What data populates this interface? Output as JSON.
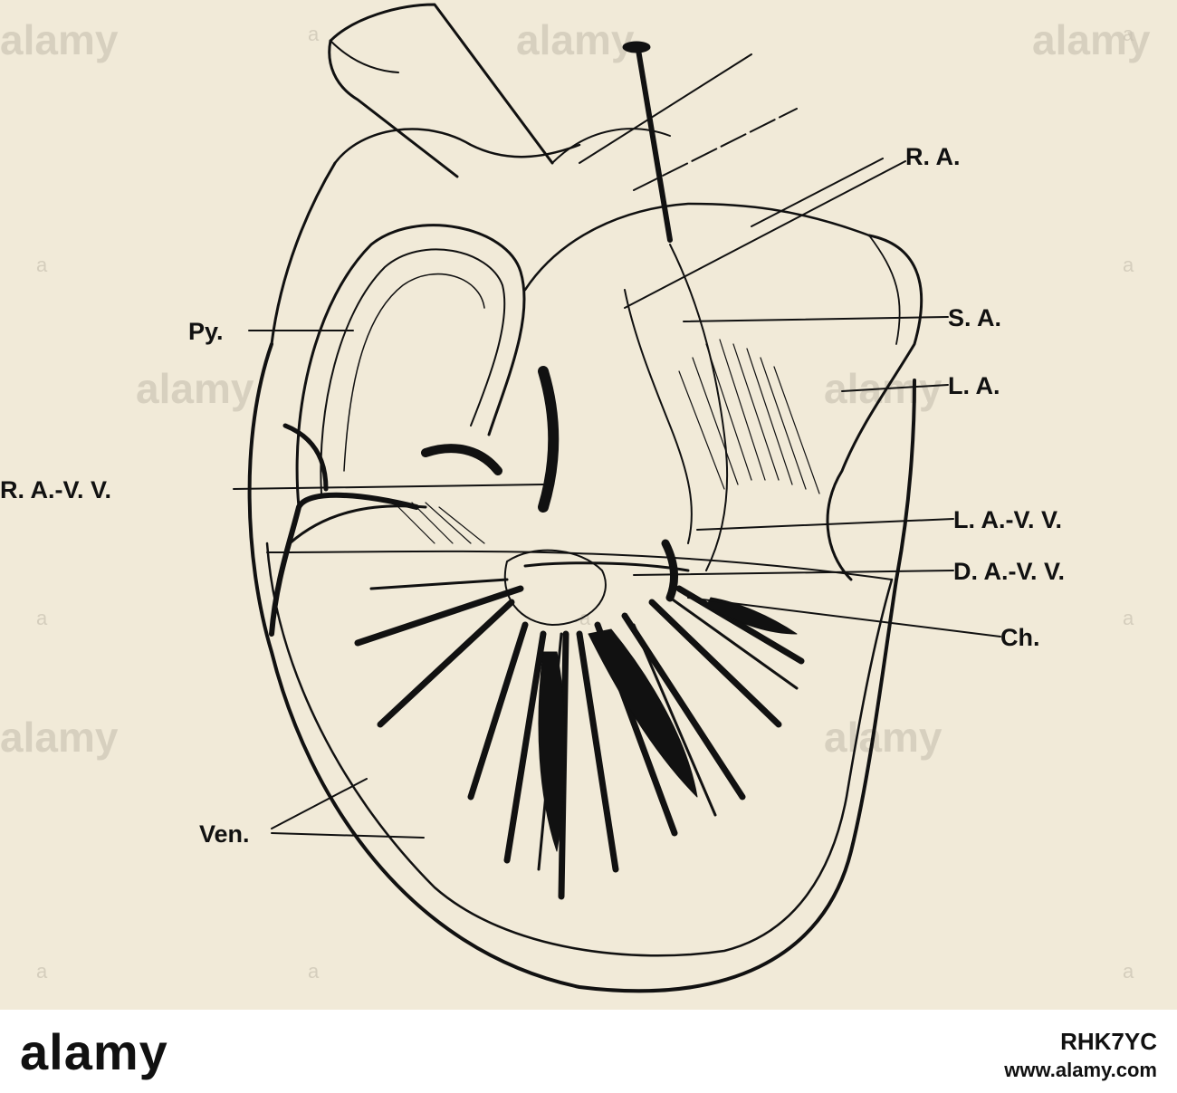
{
  "labels": {
    "ra": "R. A.",
    "sa": "S. A.",
    "la": "L. A.",
    "py": "Py.",
    "rav": "R. A.-V. V.",
    "lav": "L. A.-V. V.",
    "dav": "D. A.-V. V.",
    "ch": "Ch.",
    "ven": "Ven."
  },
  "watermark": {
    "text": "alamy",
    "mark": "a"
  },
  "footer": {
    "brand": "alamy",
    "image_id": "RHK7YC",
    "site": "www.alamy.com"
  }
}
